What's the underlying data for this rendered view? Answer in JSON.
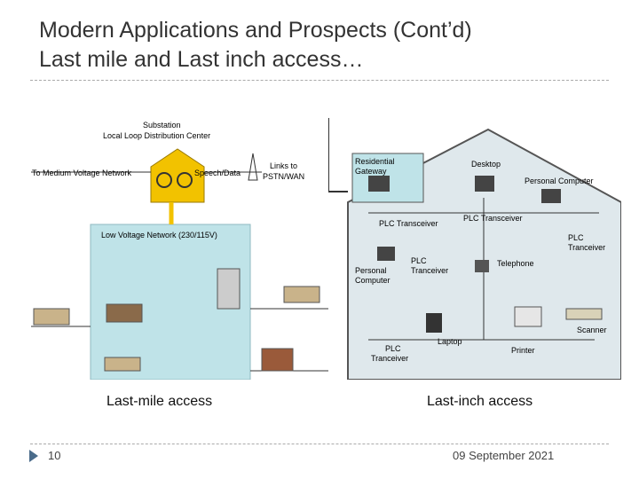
{
  "slide": {
    "title_line1": "Modern Applications and Prospects (Cont’d)",
    "title_line2": "Last mile and Last inch access…",
    "number": "10",
    "date": "09 September 2021"
  },
  "left_diagram": {
    "caption": "Last-mile access",
    "substation_1": "Substation",
    "substation_2": "Local Loop Distribution Center",
    "medium_voltage": "To Medium Voltage Network",
    "speech_data": "Speech/Data",
    "links_1": "Links to",
    "links_2": "PSTN/WAN",
    "low_voltage": "Low Voltage Network (230/115V)"
  },
  "right_diagram": {
    "caption": "Last-inch access",
    "gateway_1": "Residential",
    "gateway_2": "Gateway",
    "desktop": "Desktop",
    "personal_computer_top": "Personal Computer",
    "plc_transceiver_a": "PLC Transceiver",
    "plc_transceiver_b": "PLC Transceiver",
    "plc_right_1": "PLC",
    "plc_right_2": "Tranceiver",
    "plc_mid_1": "PLC",
    "plc_mid_2": "Tranceiver",
    "pc_left_1": "Personal",
    "pc_left_2": "Computer",
    "telephone": "Telephone",
    "laptop": "Laptop",
    "plc_bottom_1": "PLC",
    "plc_bottom_2": "Tranceiver",
    "printer": "Printer",
    "scanner": "Scanner"
  },
  "colors": {
    "accent": "#4a6b8a",
    "lv_panel": "#bfe3e8",
    "wire": "#333333",
    "power": "#f2c200"
  }
}
